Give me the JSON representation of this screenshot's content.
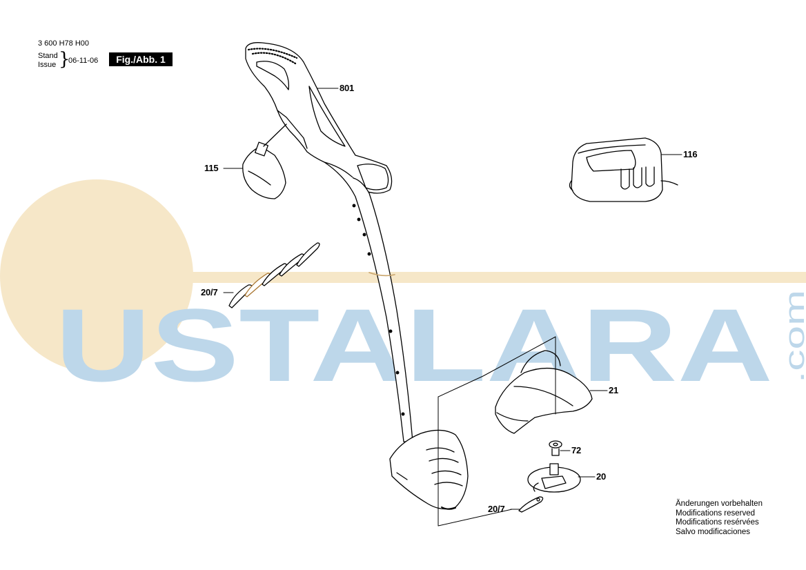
{
  "header": {
    "doc_number": "3 600 H78 H00",
    "stand_label": "Stand",
    "issue_label": "Issue",
    "date": "06-11-06",
    "figure_badge": "Fig./Abb. 1"
  },
  "watermark": {
    "text": "USTALARA",
    "suffix": ".com",
    "colors": {
      "letters": "#bdd7ea",
      "sun": "#f6e7c8"
    }
  },
  "parts": [
    {
      "id": "801",
      "label": "801"
    },
    {
      "id": "116",
      "label": "116"
    },
    {
      "id": "115",
      "label": "115"
    },
    {
      "id": "20-7-upper",
      "label": "20/7"
    },
    {
      "id": "21",
      "label": "21"
    },
    {
      "id": "72",
      "label": "72"
    },
    {
      "id": "20",
      "label": "20"
    },
    {
      "id": "20-7-lower",
      "label": "20/7"
    }
  ],
  "footnote": {
    "lines": [
      "Änderungen vorbehalten",
      "Modifications reserved",
      "Modifications resérvées",
      "Salvo modificaciones"
    ]
  }
}
